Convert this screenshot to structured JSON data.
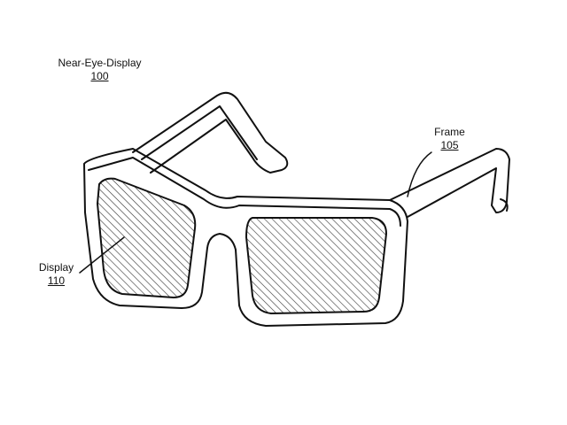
{
  "title": {
    "label": "Near-Eye-Display",
    "ref": "100"
  },
  "frame": {
    "label": "Frame",
    "ref": "105"
  },
  "display": {
    "label": "Display",
    "ref": "110"
  }
}
